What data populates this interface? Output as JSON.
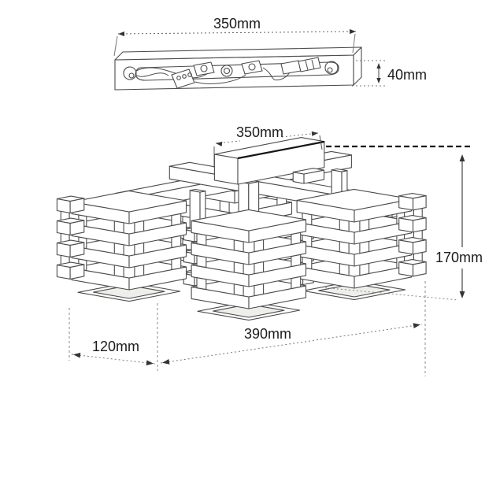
{
  "diagram": {
    "labels": {
      "bracket_width": "350mm",
      "bracket_depth": "40mm",
      "canopy_width": "350mm",
      "fixture_height": "170mm",
      "fixture_width": "390mm",
      "shade_width": "120mm"
    },
    "colors": {
      "line": "#4c4c4c",
      "dim": "#3a3a3a",
      "panel": "#eeeeea"
    }
  }
}
